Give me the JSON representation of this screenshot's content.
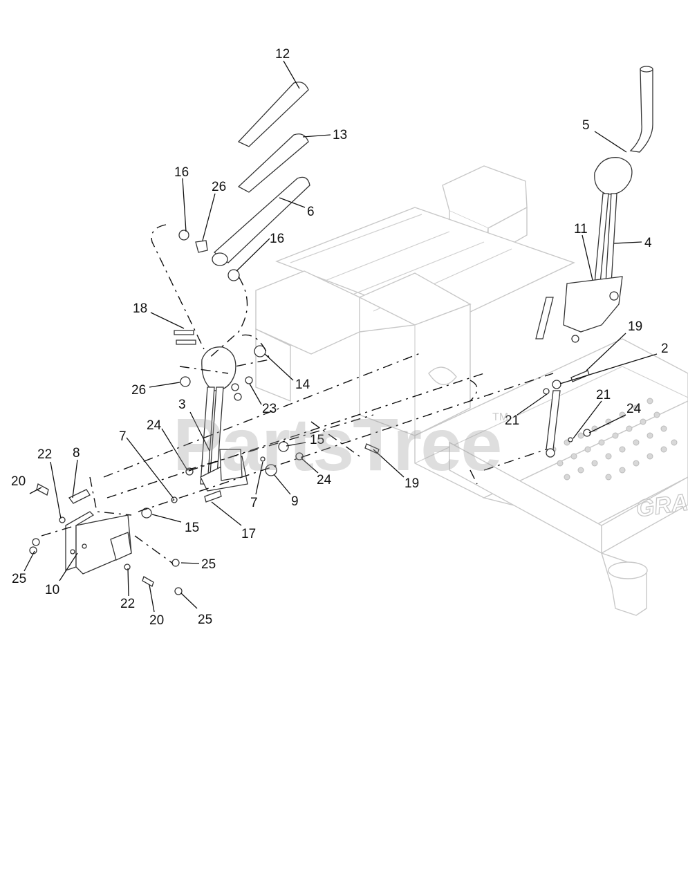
{
  "watermark": {
    "text": "PartsTree",
    "trademark": "TM"
  },
  "frame_logo": "GRA",
  "callouts": [
    {
      "id": "c12a",
      "text": "12"
    },
    {
      "id": "c13",
      "text": "13"
    },
    {
      "id": "c16a",
      "text": "16"
    },
    {
      "id": "c26a",
      "text": "26"
    },
    {
      "id": "c6",
      "text": "6"
    },
    {
      "id": "c16b",
      "text": "16"
    },
    {
      "id": "c5",
      "text": "5"
    },
    {
      "id": "c11",
      "text": "11"
    },
    {
      "id": "c4",
      "text": "4"
    },
    {
      "id": "c18",
      "text": "18"
    },
    {
      "id": "c14",
      "text": "14"
    },
    {
      "id": "c26b",
      "text": "26"
    },
    {
      "id": "c23",
      "text": "23"
    },
    {
      "id": "c3",
      "text": "3"
    },
    {
      "id": "c19a",
      "text": "19"
    },
    {
      "id": "c2",
      "text": "2"
    },
    {
      "id": "c21a",
      "text": "21"
    },
    {
      "id": "c21b",
      "text": "21"
    },
    {
      "id": "c24a",
      "text": "24"
    },
    {
      "id": "c7a",
      "text": "7"
    },
    {
      "id": "c24b",
      "text": "24"
    },
    {
      "id": "c15a",
      "text": "15"
    },
    {
      "id": "c24c",
      "text": "24"
    },
    {
      "id": "c19b",
      "text": "19"
    },
    {
      "id": "c22a",
      "text": "22"
    },
    {
      "id": "c8",
      "text": "8"
    },
    {
      "id": "c20a",
      "text": "20"
    },
    {
      "id": "c7b",
      "text": "7"
    },
    {
      "id": "c9",
      "text": "9"
    },
    {
      "id": "c15b",
      "text": "15"
    },
    {
      "id": "c17",
      "text": "17"
    },
    {
      "id": "c25a",
      "text": "25"
    },
    {
      "id": "c10",
      "text": "10"
    },
    {
      "id": "c25b",
      "text": "25"
    },
    {
      "id": "c22b",
      "text": "22"
    },
    {
      "id": "c20b",
      "text": "20"
    },
    {
      "id": "c25c",
      "text": "25"
    }
  ]
}
